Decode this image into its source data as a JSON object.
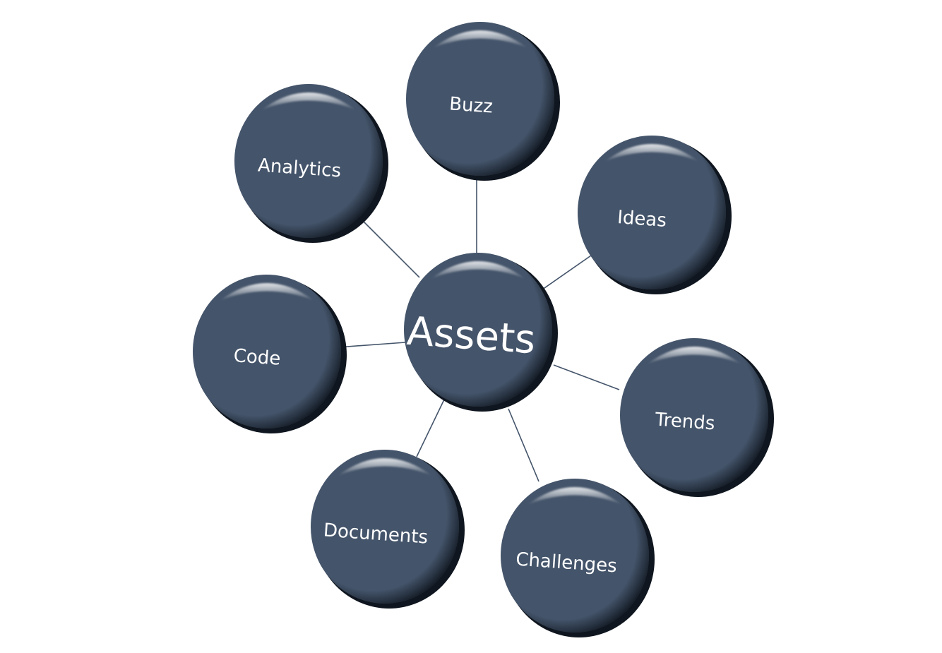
{
  "diagram": {
    "center": {
      "label": "Assets"
    },
    "nodes": [
      {
        "label": "Buzz"
      },
      {
        "label": "Analytics"
      },
      {
        "label": "Ideas"
      },
      {
        "label": "Code"
      },
      {
        "label": "Trends"
      },
      {
        "label": "Documents"
      },
      {
        "label": "Challenges"
      }
    ],
    "colors": {
      "node_fill": "#44546a",
      "node_shadow": "#0f161f",
      "connector": "#44546a",
      "label": "#ffffff"
    }
  }
}
